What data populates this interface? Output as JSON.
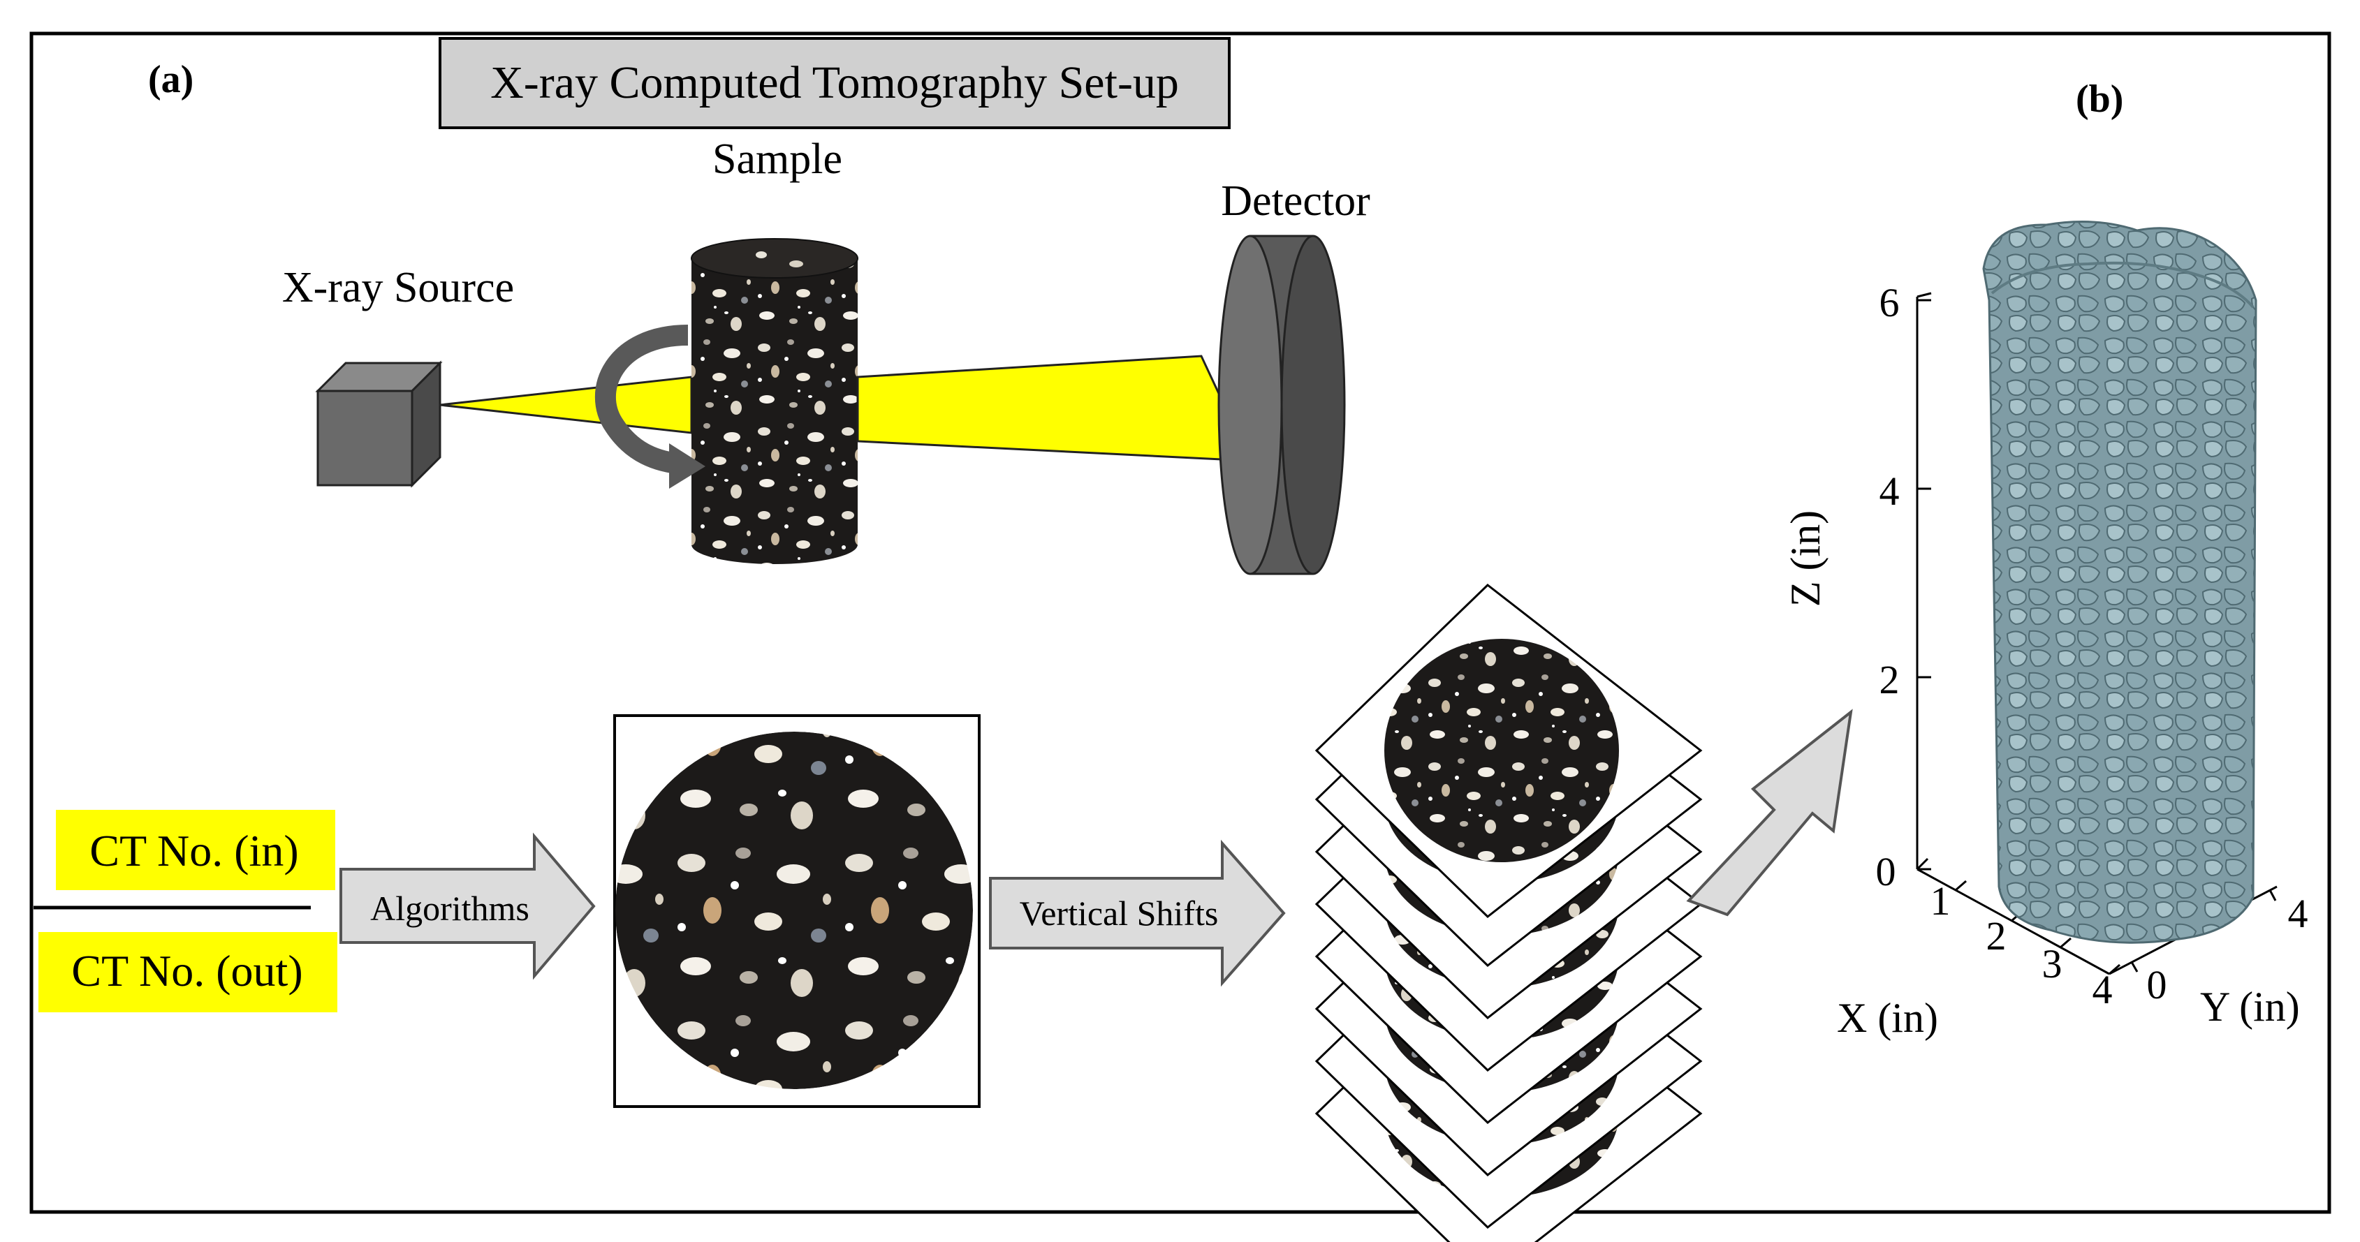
{
  "panel_a": {
    "label": "(a)",
    "title": "X-ray Computed Tomography Set-up",
    "sample_label": "Sample",
    "detector_label": "Detector",
    "source_label": "X-ray Source",
    "ct_in": "CT No. (in)",
    "ct_out": "CT No. (out)",
    "algorithms": "Algorithms",
    "vertical_shifts": "Vertical Shifts"
  },
  "panel_b": {
    "label": "(b)",
    "z_axis_label": "Z (in)",
    "x_axis_label": "X (in)",
    "y_axis_label": "Y (in)",
    "z_ticks": [
      "0",
      "2",
      "4",
      "6"
    ],
    "x_ticks": [
      "1",
      "2",
      "3",
      "4"
    ],
    "y_ticks": [
      "0",
      "4"
    ]
  },
  "colors": {
    "xray_beam": "#ffff00",
    "highlight": "#ffff00",
    "title_box": "#d0d0d0",
    "arrow_fill": "#dcdcdc",
    "specimen_3d": "#7a9aa3",
    "asphalt": "#1c1a19"
  }
}
